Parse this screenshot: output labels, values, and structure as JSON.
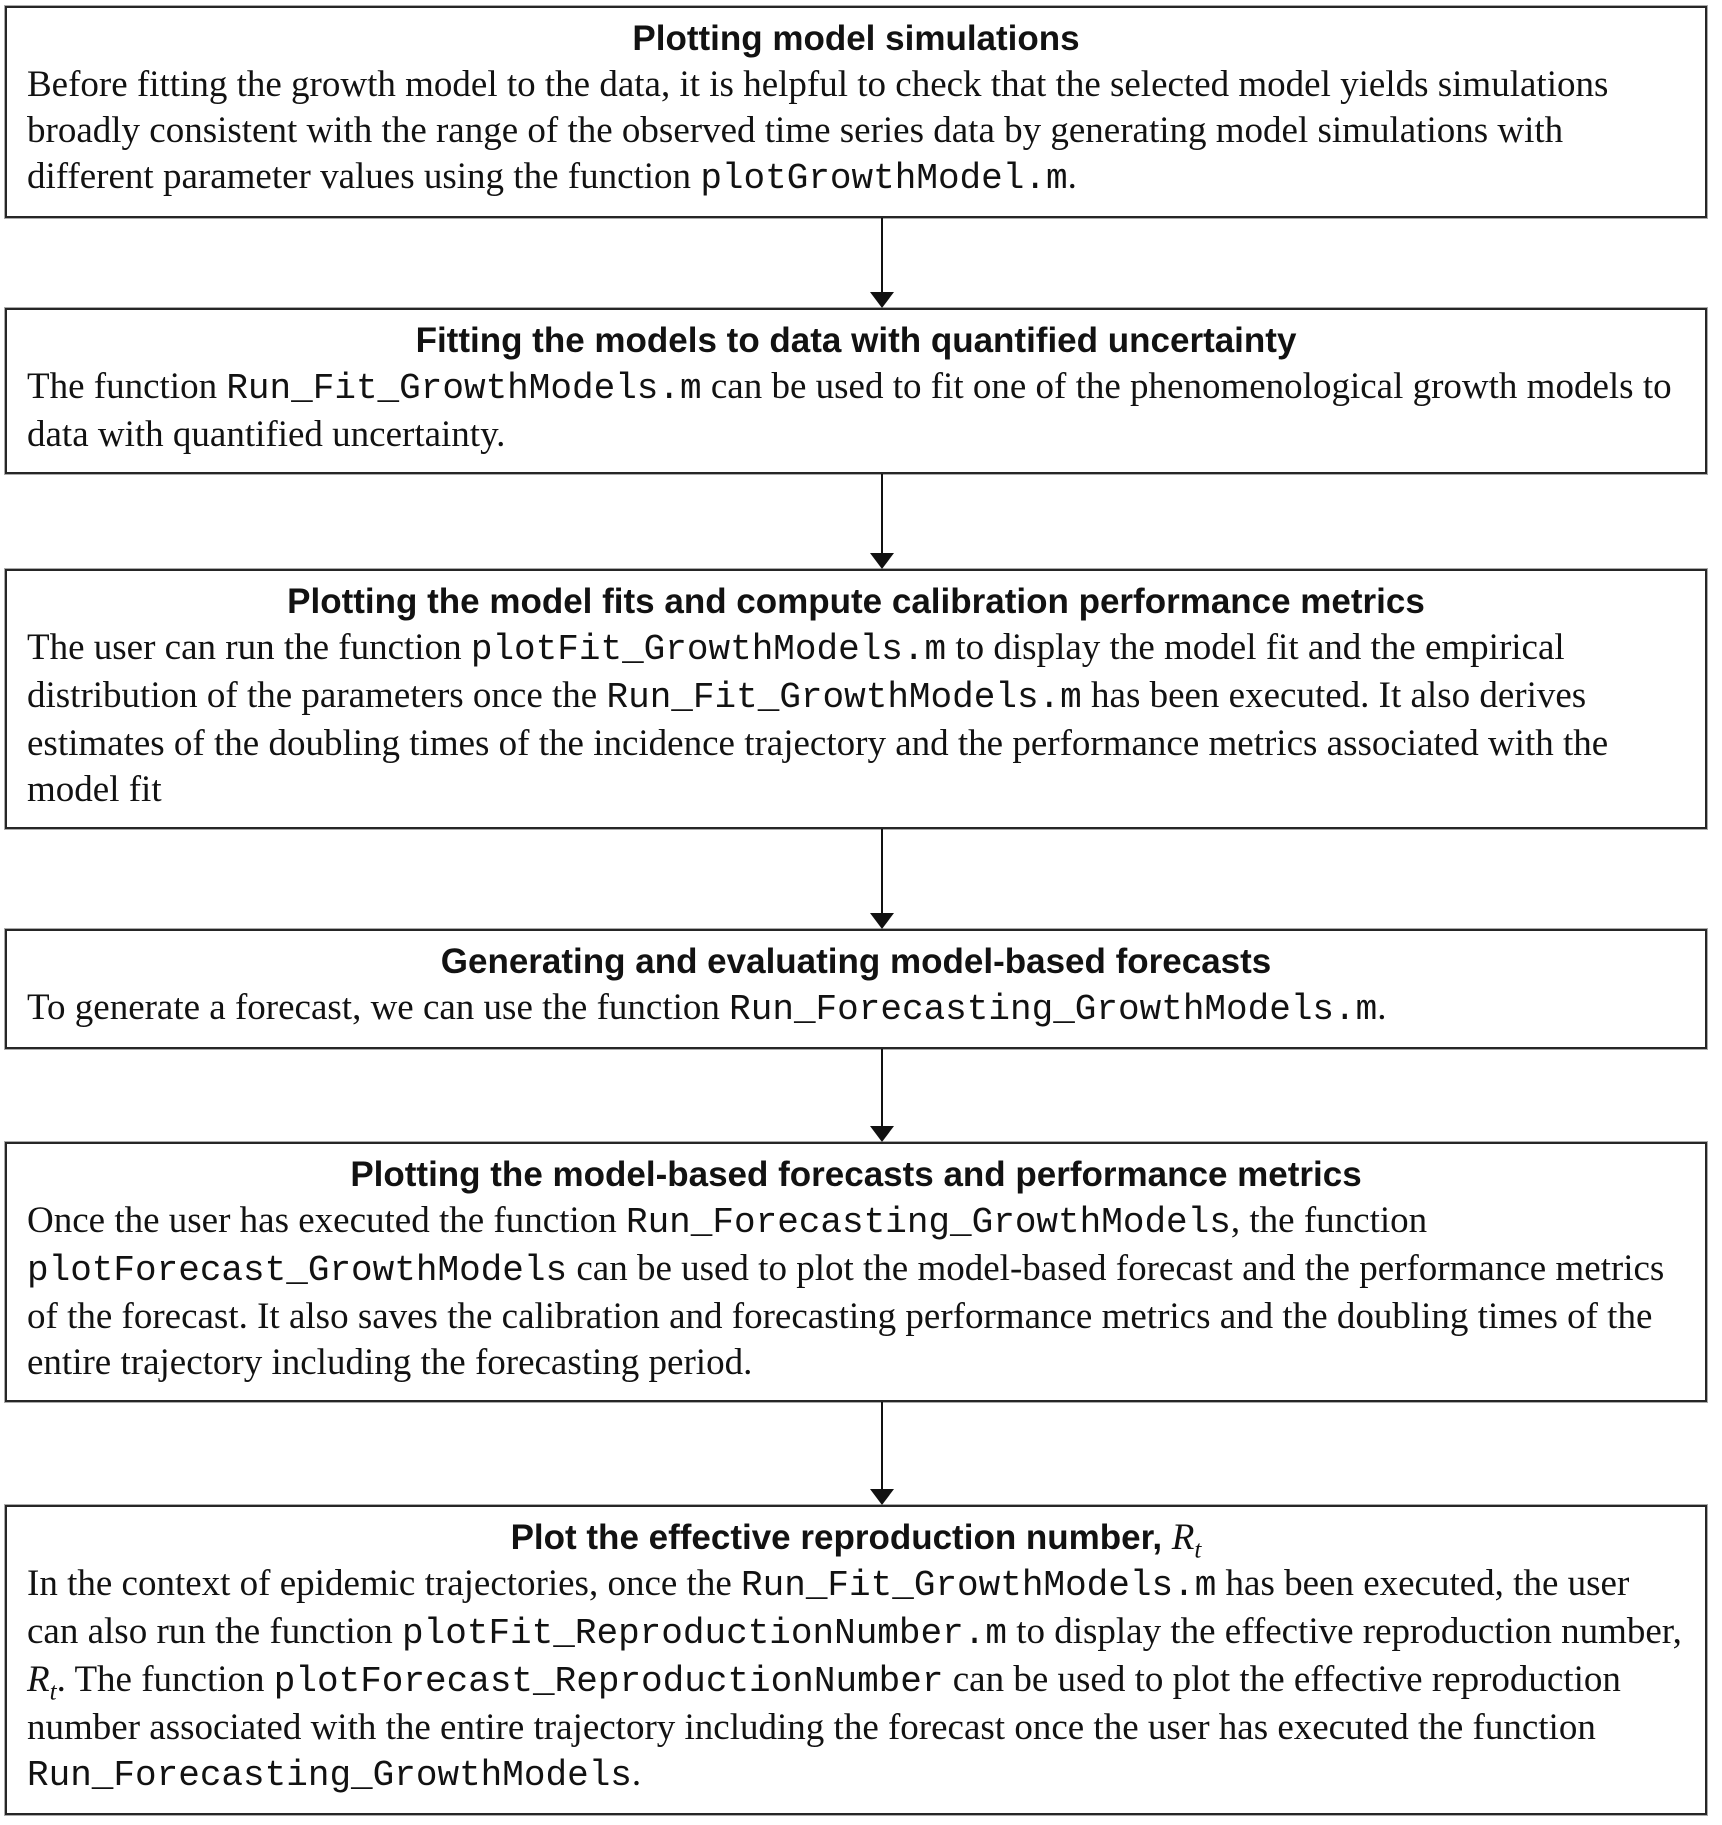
{
  "colors": {
    "ink": "#121212",
    "border": "#262626",
    "background": "#ffffff"
  },
  "connector": {
    "icon": "down-arrow",
    "count": 5
  },
  "flowchart": {
    "boxes": [
      {
        "title": [
          {
            "t": "text",
            "v": "Plotting model simulations"
          }
        ],
        "body": [
          {
            "t": "text",
            "v": "Before fitting the growth model to the data, it is helpful to check that the selected model yields simulations broadly consistent with the range of the observed time series data by generating model simulations with different parameter values using the function "
          },
          {
            "t": "code",
            "v": "plotGrowthModel.m"
          },
          {
            "t": "text",
            "v": "."
          }
        ]
      },
      {
        "title": [
          {
            "t": "text",
            "v": "Fitting the models to data with quantified uncertainty"
          }
        ],
        "body": [
          {
            "t": "text",
            "v": "The function "
          },
          {
            "t": "code",
            "v": "Run_Fit_GrowthModels.m"
          },
          {
            "t": "text",
            "v": " can be used to fit one of the phenomenological growth models to data with quantified uncertainty."
          }
        ]
      },
      {
        "title": [
          {
            "t": "text",
            "v": "Plotting the model fits and compute calibration performance metrics"
          }
        ],
        "body": [
          {
            "t": "text",
            "v": "The user can run the function "
          },
          {
            "t": "code",
            "v": "plotFit_GrowthModels.m"
          },
          {
            "t": "text",
            "v": " to display the model fit and the empirical distribution of the parameters once the "
          },
          {
            "t": "code",
            "v": "Run_Fit_GrowthModels.m"
          },
          {
            "t": "text",
            "v": " has been executed. It also derives estimates of the doubling times of the incidence trajectory and the performance metrics associated with the model fit"
          }
        ]
      },
      {
        "title": [
          {
            "t": "text",
            "v": "Generating and evaluating model-based forecasts"
          }
        ],
        "body": [
          {
            "t": "text",
            "v": "To generate a forecast, we can use the function "
          },
          {
            "t": "code",
            "v": "Run_Forecasting_GrowthModels.m"
          },
          {
            "t": "text",
            "v": "."
          }
        ]
      },
      {
        "title": [
          {
            "t": "text",
            "v": "Plotting the model-based forecasts and performance metrics"
          }
        ],
        "body": [
          {
            "t": "text",
            "v": "Once the user has executed the function "
          },
          {
            "t": "code",
            "v": "Run_Forecasting_GrowthModels"
          },
          {
            "t": "text",
            "v": ", the function "
          },
          {
            "t": "code",
            "v": "plotForecast_GrowthModels"
          },
          {
            "t": "text",
            "v": " can be used to plot the model-based forecast and the performance metrics of the forecast. It also saves the calibration and forecasting performance metrics and the doubling times of the entire trajectory including the forecasting period."
          }
        ]
      },
      {
        "title": [
          {
            "t": "text",
            "v": "Plot the effective reproduction number, "
          },
          {
            "t": "math",
            "b": "R",
            "s": "t"
          }
        ],
        "body": [
          {
            "t": "text",
            "v": "In the context of epidemic trajectories, once the "
          },
          {
            "t": "code",
            "v": "Run_Fit_GrowthModels.m"
          },
          {
            "t": "text",
            "v": " has been executed, the user can also run the function "
          },
          {
            "t": "code",
            "v": "plotFit_ReproductionNumber.m"
          },
          {
            "t": "text",
            "v": " to display the effective reproduction number, "
          },
          {
            "t": "math",
            "b": "R",
            "s": "t"
          },
          {
            "t": "text",
            "v": ".  The function "
          },
          {
            "t": "code",
            "v": "plotForecast_ReproductionNumber"
          },
          {
            "t": "text",
            "v": " can be used to plot the effective reproduction number associated with the entire trajectory including the forecast once the user has executed the function "
          },
          {
            "t": "code",
            "v": "Run_Forecasting_GrowthModels"
          },
          {
            "t": "text",
            "v": "."
          }
        ]
      }
    ]
  }
}
